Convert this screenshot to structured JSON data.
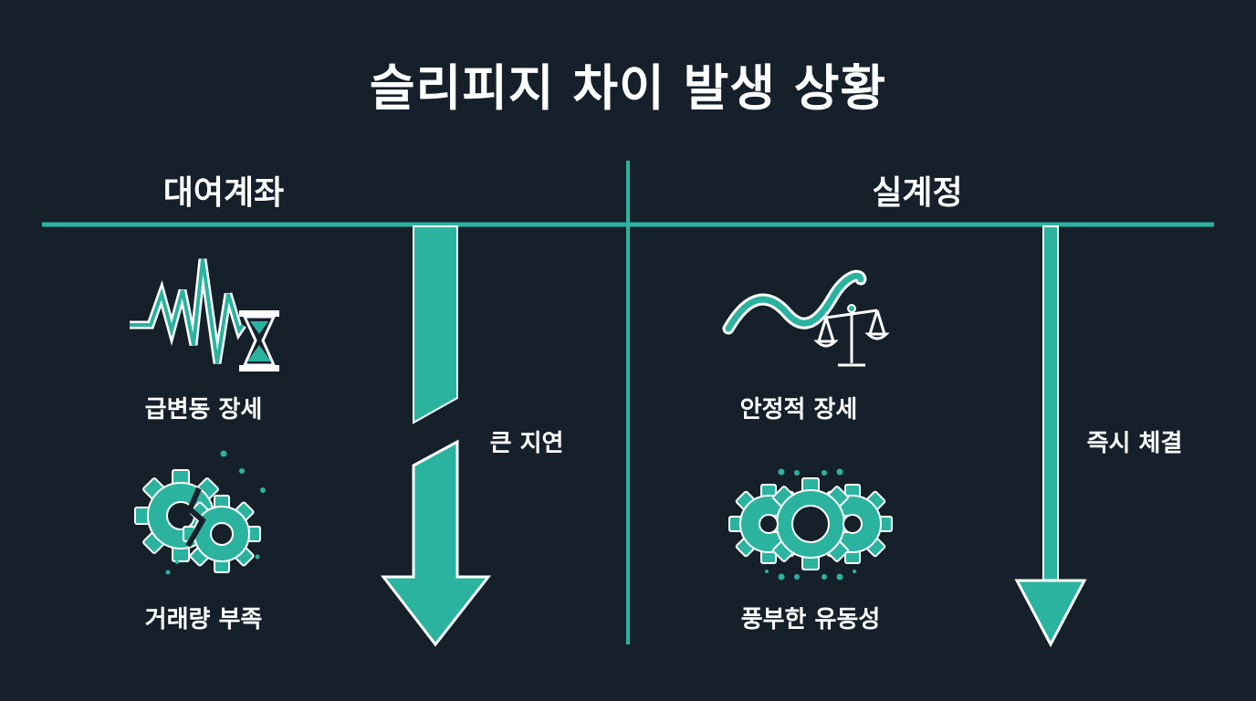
{
  "title": "슬리피지 차이 발생 상황",
  "columns": [
    {
      "header": "대여계좌",
      "factors": [
        {
          "icon": "volatile-chart-hourglass-icon",
          "label": "급변동 장세"
        },
        {
          "icon": "broken-gears-icon",
          "label": "거래량 부족"
        }
      ],
      "arrow_label": "큰 지연"
    },
    {
      "header": "실계정",
      "factors": [
        {
          "icon": "smooth-wave-scale-icon",
          "label": "안정적 장세"
        },
        {
          "icon": "meshing-gears-icon",
          "label": "풍부한 유동성"
        }
      ],
      "arrow_label": "즉시 체결"
    }
  ],
  "colors": {
    "background": "#16202b",
    "accent": "#2bb3a0",
    "text": "#ffffff"
  }
}
